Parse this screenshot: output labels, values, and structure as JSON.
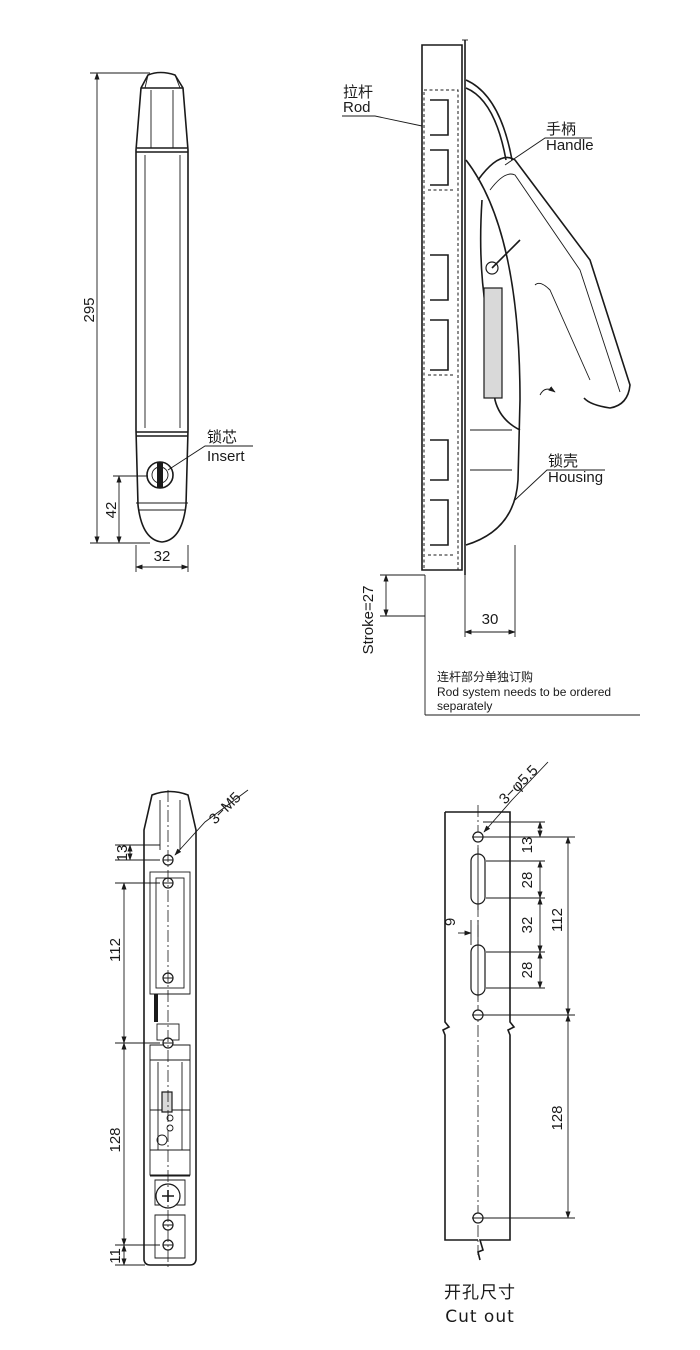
{
  "front_view": {
    "dim_overall_height": "295",
    "dim_insert_height": "42",
    "dim_width": "32",
    "insert_cn": "锁芯",
    "insert_en": "Insert"
  },
  "side_view": {
    "rod_cn": "拉杆",
    "rod_en": "Rod",
    "handle_cn": "手柄",
    "handle_en": "Handle",
    "housing_cn": "锁壳",
    "housing_en": "Housing",
    "stroke": "Stroke=27",
    "dim_depth": "30",
    "note_cn": "连杆部分单独订购",
    "note_en_line1": "Rod system needs to be ordered",
    "note_en_line2": "separately"
  },
  "rear_view": {
    "screw_spec": "3−M5",
    "dim_top": "13",
    "dim_upper": "112",
    "dim_lower": "128",
    "dim_bottom": "11"
  },
  "cutout": {
    "hole_spec": "3−φ5.5",
    "dim_top": "13",
    "dim_slot1": "28",
    "dim_offset": "9",
    "dim_gap": "32",
    "dim_slot2": "28",
    "dim_upper": "112",
    "dim_lower": "128",
    "caption_cn": "开孔尺寸",
    "caption_en": "Cut out"
  }
}
